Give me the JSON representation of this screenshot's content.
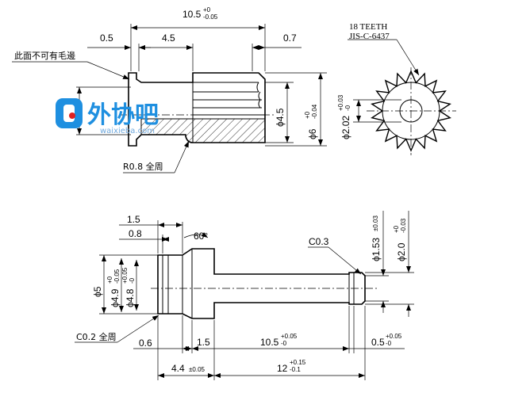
{
  "top_view": {
    "dim_total_length": "10.5",
    "dim_total_length_tol_upper": "+0",
    "dim_total_length_tol_lower": "-0.05",
    "dim_flange": "0.5",
    "dim_shank": "4.5",
    "dim_gear_start": "0.7",
    "dim_shaft_dia": "ϕ4.5",
    "dim_gear_od": "ϕ6",
    "dim_gear_od_tol_upper": "+0",
    "dim_gear_od_tol_lower": "-0.04",
    "dim_bore": "ϕ2.02",
    "dim_bore_tol_upper": "+0.03",
    "dim_bore_tol_lower": "-0",
    "note_no_burr": "此面不可有毛邊",
    "note_radius": "R0.8 全周",
    "gear_teeth": "18  TEETH",
    "gear_standard": "JIS-C-6437"
  },
  "bottom_view": {
    "dim_1_5_top": "1.5",
    "dim_0_8": "0.8",
    "angle": "60°",
    "chamfer_c03": "C0.3",
    "dim_phi5": "ϕ5",
    "dim_phi49": "ϕ4.9",
    "dim_phi49_tol_upper": "+0",
    "dim_phi49_tol_lower": "-0.05",
    "dim_phi48": "ϕ4.8",
    "dim_phi48_tol_upper": "+0.05",
    "dim_phi48_tol_lower": "-0",
    "dim_phi153": "ϕ1.53",
    "dim_phi153_tol": "±0.03",
    "dim_phi20": "ϕ2.0",
    "dim_phi20_tol_upper": "+0",
    "dim_phi20_tol_lower": "-0.03",
    "chamfer_c02": "C0.2 全周",
    "dim_0_6": "0.6",
    "dim_1_5_bottom": "1.5",
    "dim_10_5": "10.5",
    "dim_10_5_tol_upper": "+0.05",
    "dim_10_5_tol_lower": "-0",
    "dim_0_5": "0.5",
    "dim_0_5_tol_upper": "+0.05",
    "dim_0_5_tol_lower": "-0",
    "dim_4_4": "4.4",
    "dim_4_4_tol": "±0.05",
    "dim_12": "12",
    "dim_12_tol_upper": "+0.15",
    "dim_12_tol_lower": "-0.1"
  },
  "watermark": {
    "brand": "外协吧",
    "url": "waixieba.com"
  }
}
